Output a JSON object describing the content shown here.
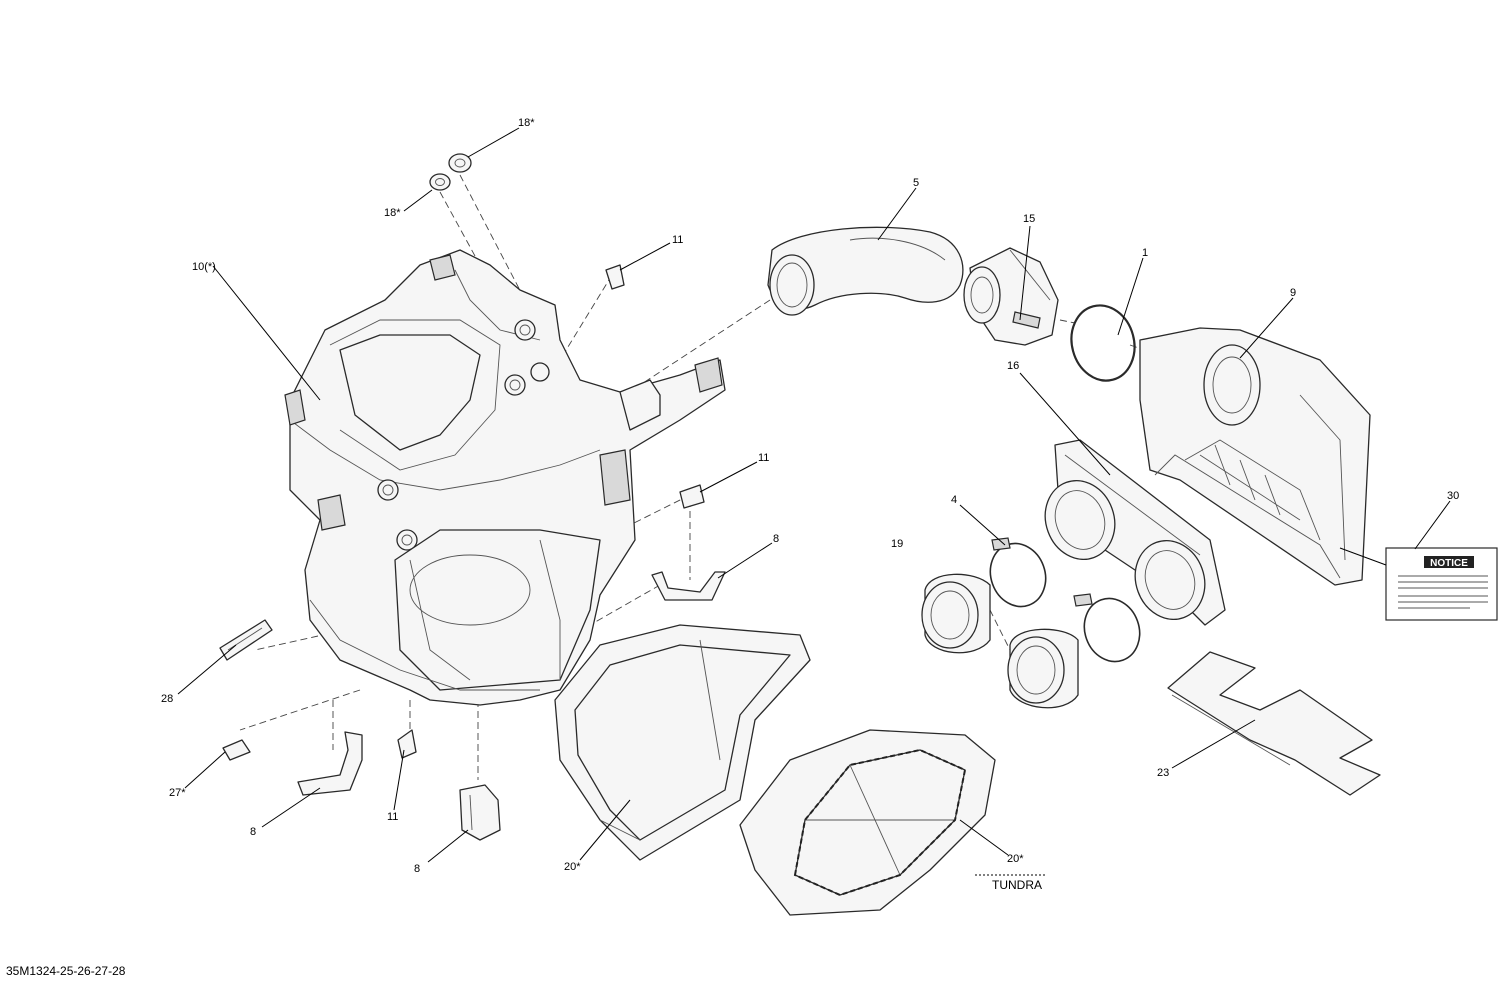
{
  "drawing_number": "35M1324-25-26-27-28",
  "variant_label": "TUNDRA",
  "notice_sticker": {
    "heading": "NOTICE"
  },
  "callouts": [
    {
      "id": "c-18a",
      "label": "18*"
    },
    {
      "id": "c-18b",
      "label": "18*"
    },
    {
      "id": "c-11a",
      "label": "11"
    },
    {
      "id": "c-10",
      "label": "10(*)"
    },
    {
      "id": "c-5",
      "label": "5"
    },
    {
      "id": "c-15",
      "label": "15"
    },
    {
      "id": "c-1",
      "label": "1"
    },
    {
      "id": "c-9",
      "label": "9"
    },
    {
      "id": "c-11b",
      "label": "11"
    },
    {
      "id": "c-16",
      "label": "16"
    },
    {
      "id": "c-4",
      "label": "4"
    },
    {
      "id": "c-19",
      "label": "19"
    },
    {
      "id": "c-30",
      "label": "30"
    },
    {
      "id": "c-8a",
      "label": "8"
    },
    {
      "id": "c-28",
      "label": "28"
    },
    {
      "id": "c-27",
      "label": "27*"
    },
    {
      "id": "c-8b",
      "label": "8"
    },
    {
      "id": "c-11c",
      "label": "11"
    },
    {
      "id": "c-8c",
      "label": "8"
    },
    {
      "id": "c-20a",
      "label": "20*"
    },
    {
      "id": "c-20b",
      "label": "20*"
    },
    {
      "id": "c-23",
      "label": "23"
    }
  ]
}
